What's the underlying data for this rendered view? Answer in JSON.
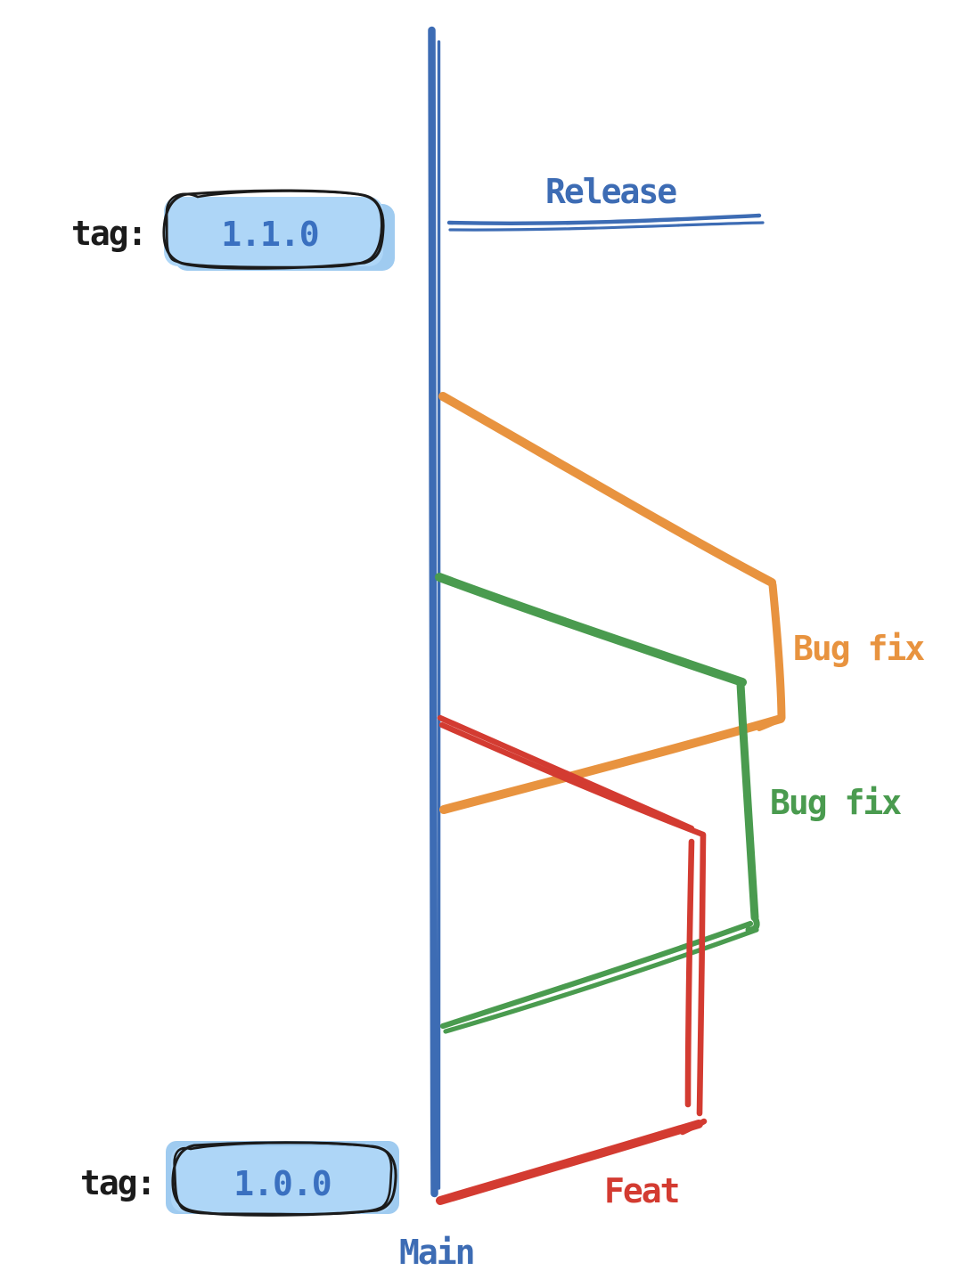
{
  "colors": {
    "blue": "#3d6cb4",
    "blue_text": "#3a70c0",
    "orange": "#e8933f",
    "green": "#4a9b4f",
    "red": "#d33b31",
    "tag_fill": "#aed6f7",
    "tag_shadow": "#9fcbf0",
    "ink": "#1b1b1b",
    "background": "#ffffff"
  },
  "branches": {
    "main": {
      "label": "Main"
    },
    "release": {
      "label": "Release"
    },
    "bugfix_orange": {
      "label": "Bug fix"
    },
    "bugfix_green": {
      "label": "Bug fix"
    },
    "feat": {
      "label": "Feat"
    }
  },
  "tags": {
    "top": {
      "label": "tag:",
      "value": "1.1.0"
    },
    "bottom": {
      "label": "tag:",
      "value": "1.0.0"
    }
  }
}
